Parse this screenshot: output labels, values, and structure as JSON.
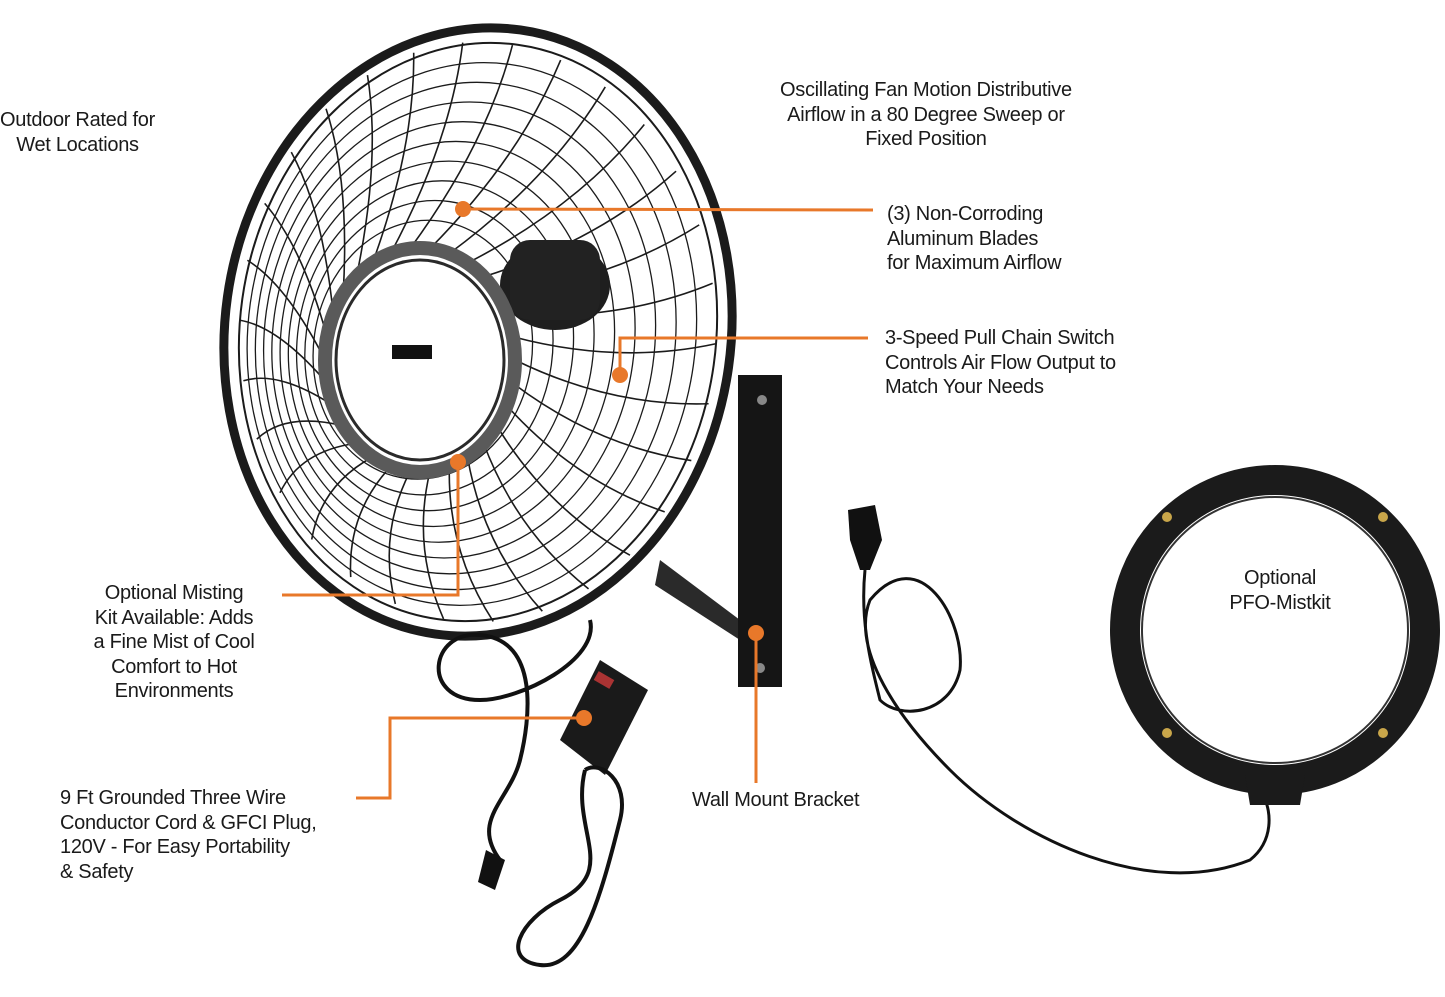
{
  "colors": {
    "callout": "#e8782a",
    "product": "#1b1b1b",
    "rim": "#5a5a5a"
  },
  "callouts": {
    "outdoor": [
      "Outdoor Rated for",
      "Wet Locations"
    ],
    "oscillating": [
      "Oscillating Fan Motion Distributive",
      "Airflow in a 80 Degree Sweep or",
      "Fixed Position"
    ],
    "blades": [
      "(3) Non-Corroding",
      "Aluminum Blades",
      "for Maximum Airflow"
    ],
    "switch": [
      "3-Speed Pull Chain Switch",
      "Controls Air Flow Output to",
      "Match Your Needs"
    ],
    "misting": [
      "Optional Misting",
      "Kit Available: Adds",
      "a Fine Mist of Cool",
      "Comfort to Hot",
      "Environments"
    ],
    "cord": [
      "9 Ft Grounded Three Wire",
      "Conductor Cord & GFCI Plug,",
      "120V - For Easy Portability",
      "& Safety"
    ],
    "bracket": [
      "Wall Mount Bracket"
    ],
    "mistkit": [
      "Optional",
      "PFO-Mistkit"
    ]
  }
}
